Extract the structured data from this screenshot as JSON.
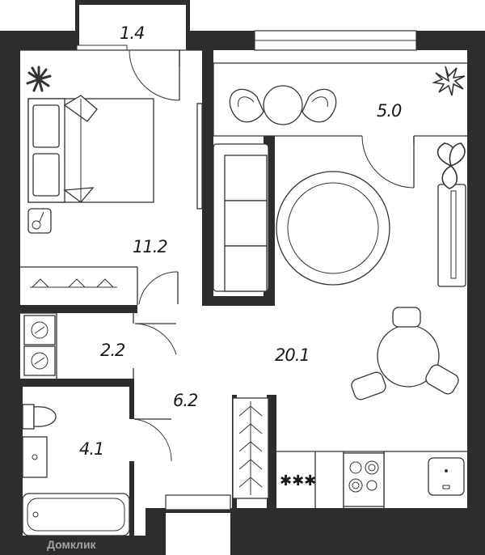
{
  "rooms": {
    "balcony": "1.4",
    "bedroom": "11.2",
    "kitchen_dining": "5.0",
    "living_room": "20.1",
    "laundry": "2.2",
    "hallway": "6.2",
    "bathroom": "4.1"
  },
  "kitchen": {
    "asterisks": "✱✱✱"
  },
  "watermark": {
    "text": "Домклик"
  }
}
